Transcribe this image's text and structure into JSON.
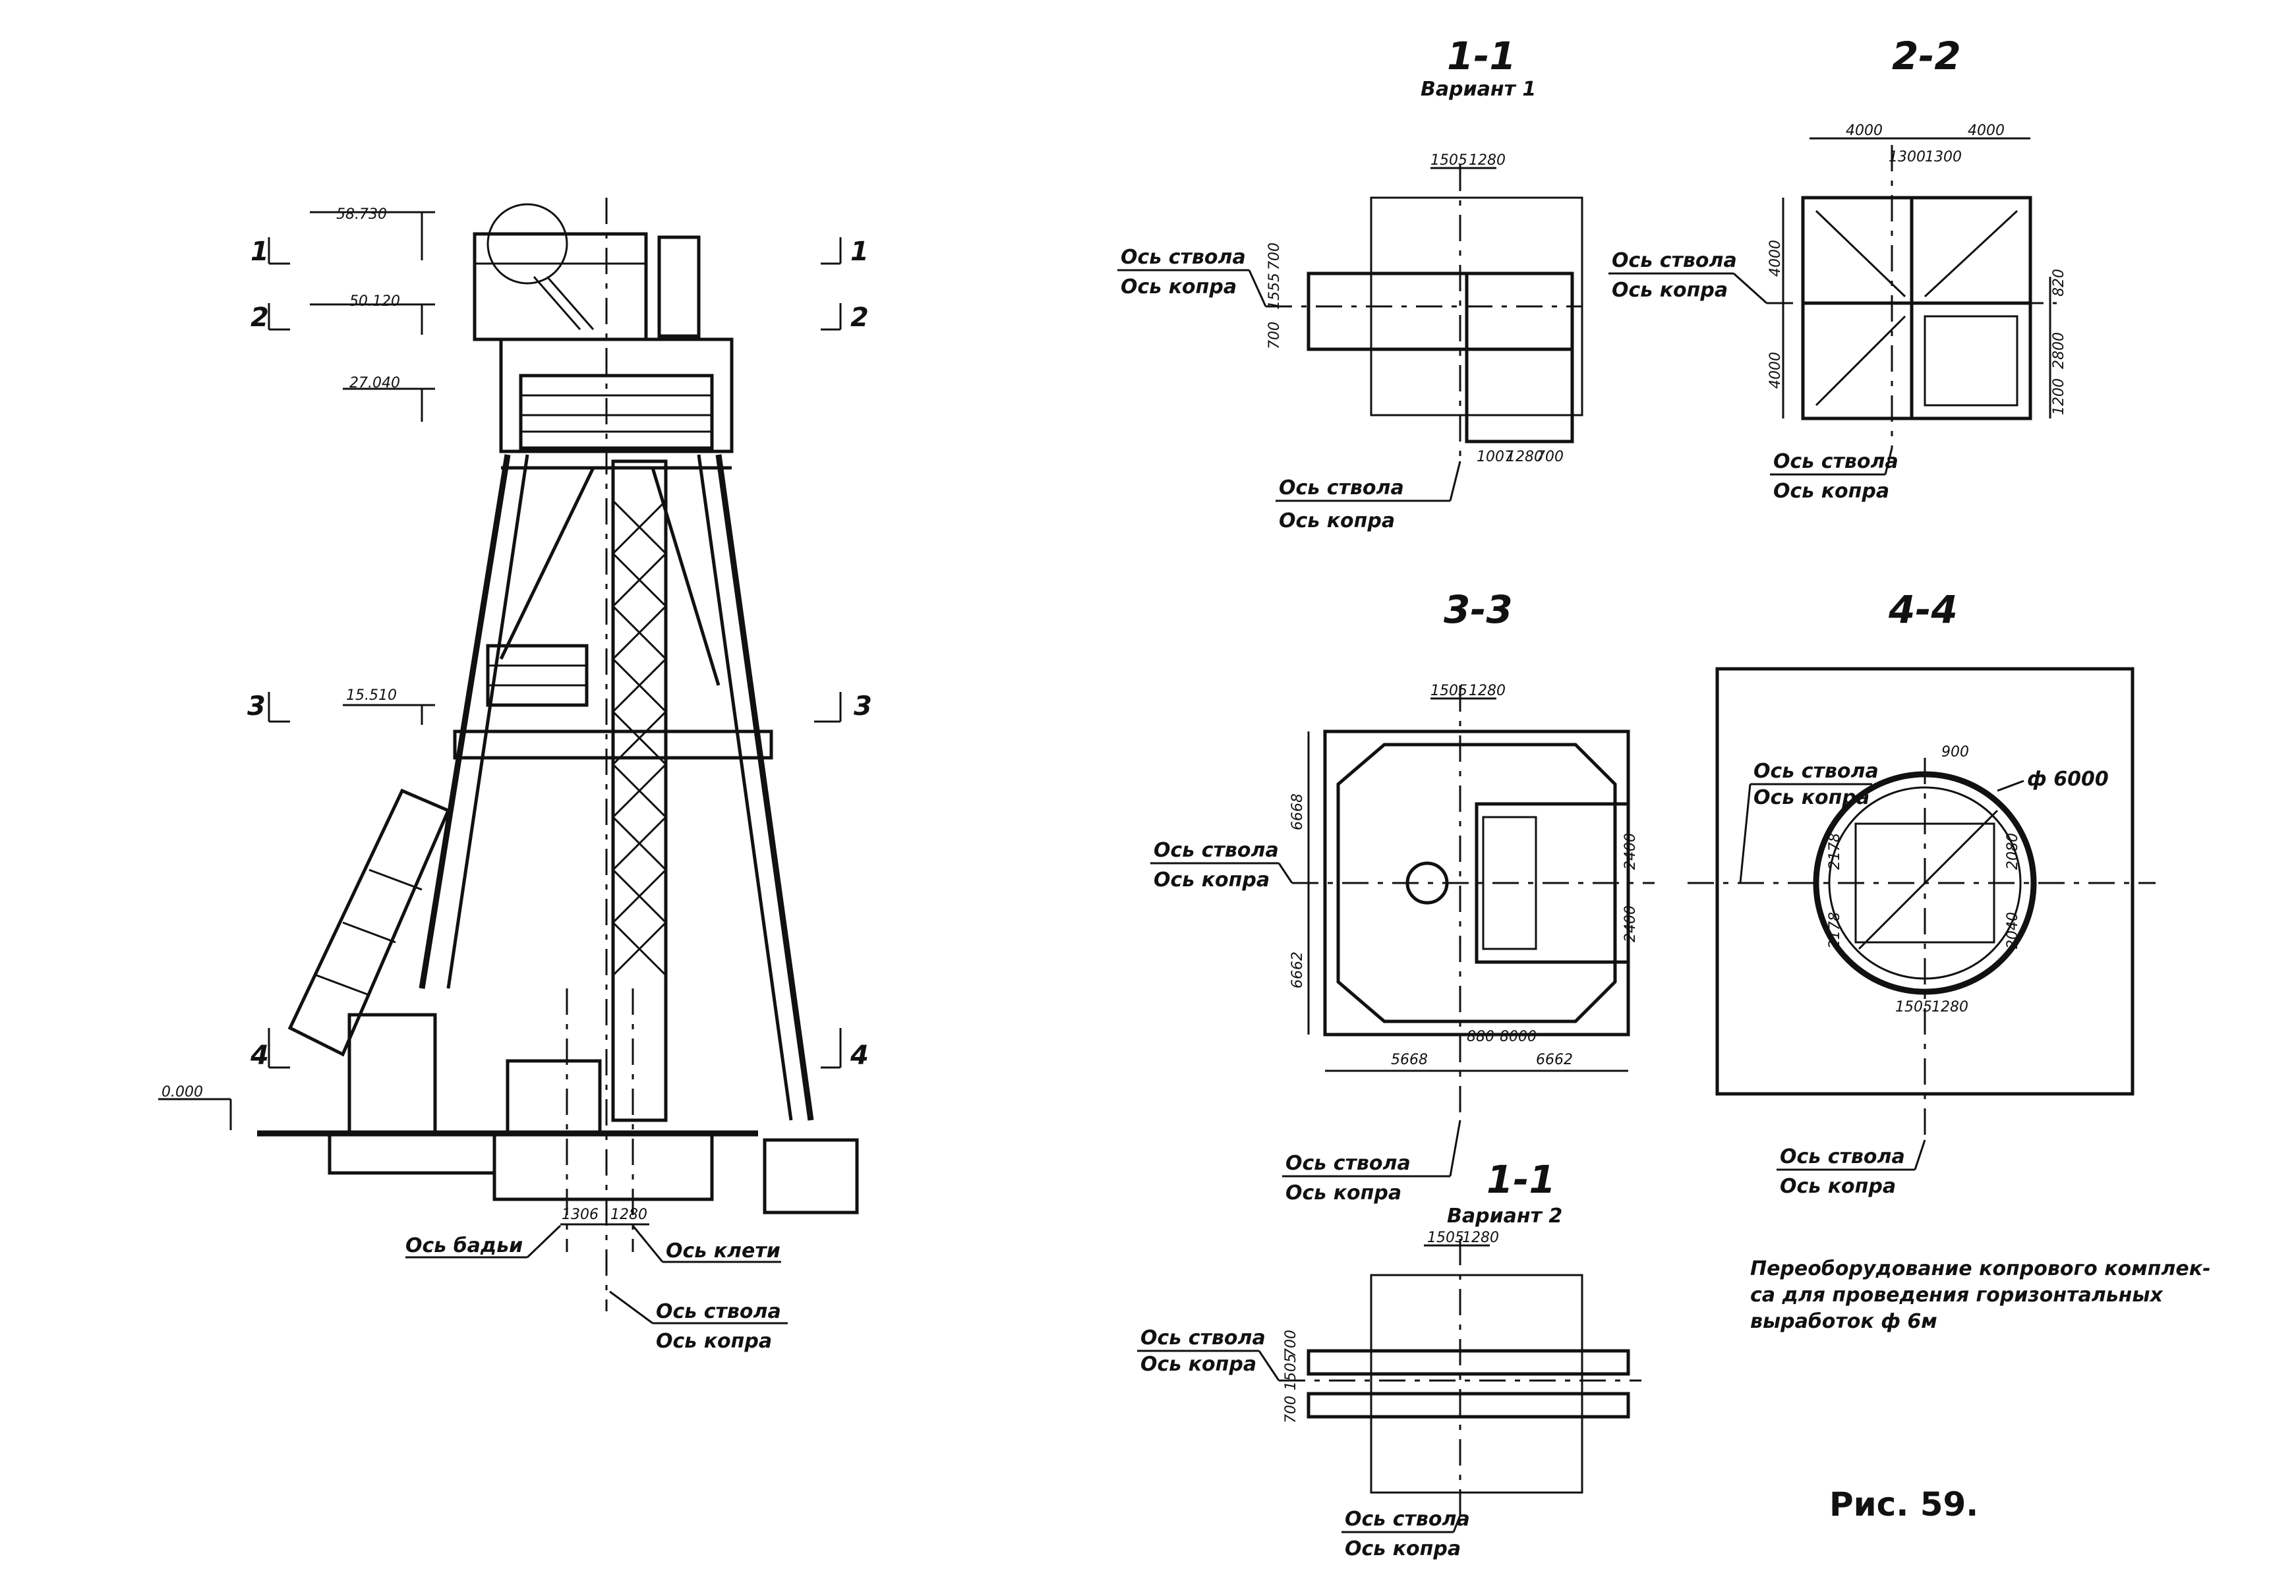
{
  "elevation": {
    "levels": [
      "58.730",
      "50.120",
      "27.040",
      "15.510",
      "0.000"
    ],
    "section_marks": [
      "1",
      "1",
      "2",
      "2",
      "3",
      "3",
      "4",
      "4"
    ],
    "dims": [
      "1306",
      "1280"
    ],
    "axis_labels": {
      "bucket": "Ось бадьи",
      "cage": "Ось клети",
      "shaft": "Ось ствола",
      "headframe": "Ось копра"
    }
  },
  "section_1_1_v1": {
    "title": "1-1",
    "subtitle": "Вариант 1",
    "dims_top": [
      "1505",
      "1280"
    ],
    "dims_side": [
      "700",
      "1555",
      "700"
    ],
    "dims_bottom": [
      "1007",
      "1280",
      "700"
    ],
    "axis_left": [
      "Ось ствола",
      "Ось копра"
    ],
    "axis_bottom": [
      "Ось ствола",
      "Ось копра"
    ]
  },
  "section_2_2": {
    "title": "2-2",
    "dims_top": [
      "4000",
      "4000"
    ],
    "dims_top_inner": [
      "1300",
      "1300"
    ],
    "dims_left": [
      "4000",
      "4000"
    ],
    "dims_right": [
      "820",
      "2800",
      "1200"
    ],
    "axis_left": [
      "Ось ствола",
      "Ось копра"
    ],
    "axis_bottom": [
      "Ось ствола",
      "Ось копра"
    ]
  },
  "section_3_3": {
    "title": "3-3",
    "dims_top": [
      "1505",
      "1280"
    ],
    "dims_left": [
      "6668",
      "6662"
    ],
    "dims_right": [
      "2400",
      "2400"
    ],
    "dims_bottom": [
      "5668",
      "6662"
    ],
    "dims_bottom_inner": [
      "880",
      "8000"
    ],
    "axis_left": [
      "Ось ствола",
      "Ось копра"
    ],
    "axis_bottom": [
      "Ось ствола",
      "Ось копра"
    ]
  },
  "section_4_4": {
    "title": "4-4",
    "diameter": "ф 6000",
    "dims_top": [
      "900"
    ],
    "dims_left": [
      "2178",
      "2178"
    ],
    "dims_right": [
      "2080",
      "2040"
    ],
    "dims_bottom": [
      "1505",
      "1280"
    ],
    "axis_left": [
      "Ось ствола",
      "Ось копра"
    ],
    "axis_bottom": [
      "Ось ствола",
      "Ось копра"
    ]
  },
  "section_1_1_v2": {
    "title": "1-1",
    "subtitle": "Вариант 2",
    "dims_top": [
      "1505",
      "1280"
    ],
    "dims_side": [
      "700",
      "1505",
      "700"
    ],
    "axis_left": [
      "Ось ствола",
      "Ось копра"
    ],
    "axis_bottom": [
      "Ось ствола",
      "Ось копра"
    ]
  },
  "note": {
    "line1": "Переоборудование копрового комплек-",
    "line2": "са для проведения горизонтальных",
    "line3": "выработок ф 6м"
  },
  "figure_label": "Рис. 59."
}
